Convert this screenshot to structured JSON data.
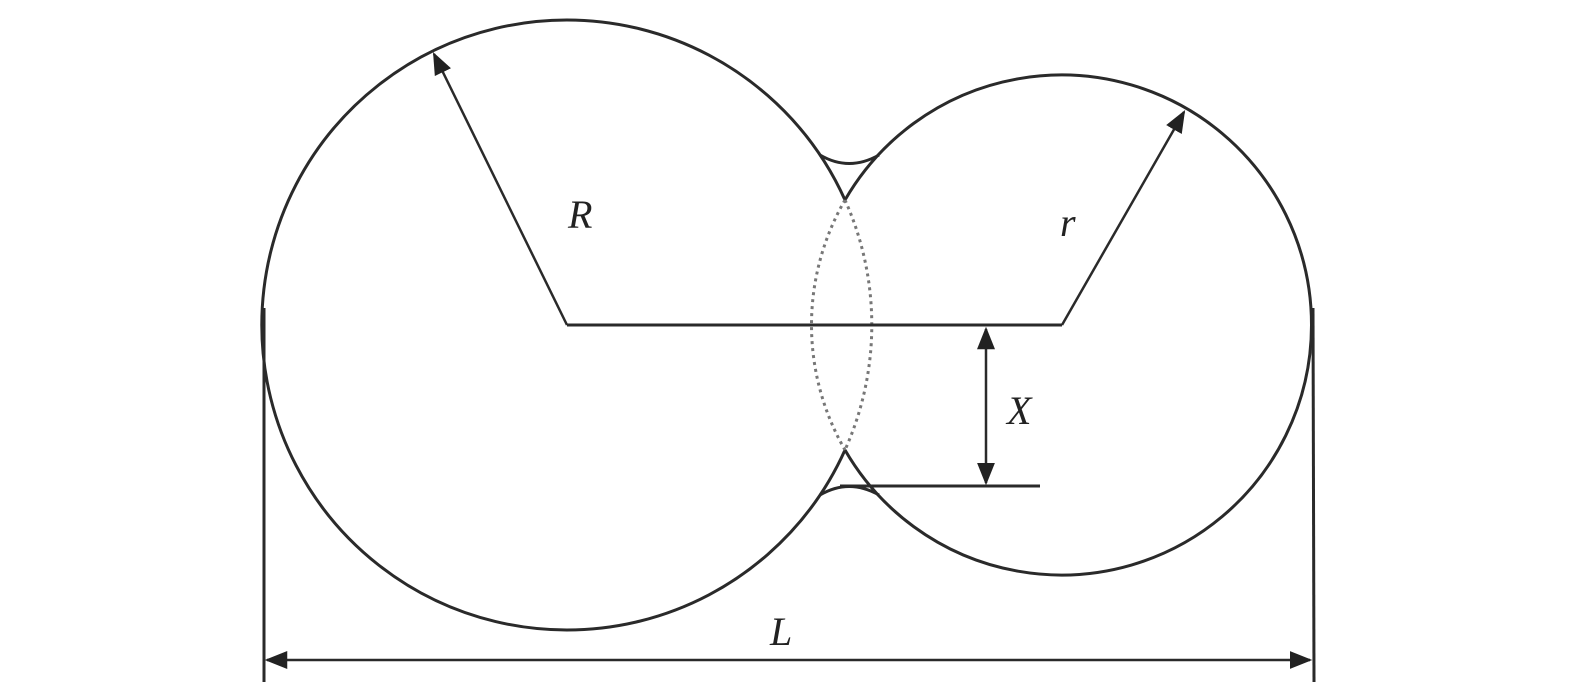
{
  "labels": {
    "big_radius": "R",
    "small_radius": "r",
    "offset": "X",
    "length": "L"
  },
  "colors": {
    "stroke": "#2a2a2a",
    "dotted": "#777777"
  }
}
